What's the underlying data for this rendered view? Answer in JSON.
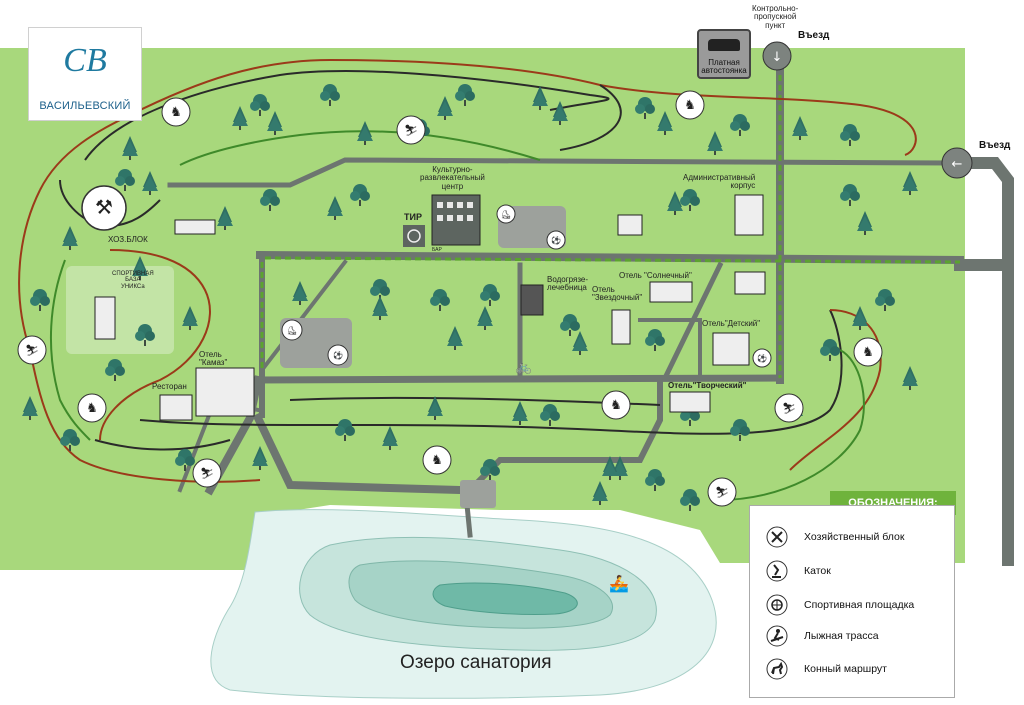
{
  "logo": {
    "name": "ВАСИЛЬЕВСКИЙ",
    "mark": "СВ"
  },
  "entries": {
    "top": "Въезд",
    "right": "Въезд",
    "checkpoint": "Контрольно-\nпропускной\nпункт"
  },
  "parking": {
    "label": "Платная\nавтостоянка"
  },
  "buildings": {
    "culture_center": "Культурно-\nразвлекательный\nцентр",
    "admin": "Административный\nкорпус",
    "hoz_block": "ХОЗ.БЛОК",
    "sport_base": "СПОРТИВНАЯ\nБАЗА\nУНИКСа",
    "shooting": "ТИР",
    "bar": "БАР",
    "mud_clinic": "Водогрязе-\nлечебница",
    "hotel_solnechny": "Отель \"Солнечный\"",
    "hotel_zvezdny": "Отель\n\"Звездочный\"",
    "hotel_detsky": "Отель\"Детский\"",
    "hotel_kamaz": "Отель\n\"Камаз\"",
    "restaurant": "Ресторан",
    "hotel_tvorchesky": "Отель\"Творческий\""
  },
  "lake": {
    "label": "Озеро  санатория"
  },
  "legend": {
    "title": "ОБОЗНАЧЕНИЯ:",
    "items": [
      {
        "icon": "tools-icon",
        "label": "Хозяйственный блок"
      },
      {
        "icon": "skating-icon",
        "label": "Каток"
      },
      {
        "icon": "sports-ground-icon",
        "label": "Спортивная площадка"
      },
      {
        "icon": "skier-icon",
        "label": "Лыжная трасса"
      },
      {
        "icon": "horse-icon",
        "label": "Конный маршрут"
      }
    ]
  },
  "colors": {
    "grass": "#a7d77a",
    "grass_dark": "#8cc560",
    "road": "#6d7570",
    "alley_green": "#5ba32f",
    "trail_brown": "#9b3a1a",
    "trail_green": "#3f8a2a",
    "trail_dark": "#2a2a2a",
    "lake_outer": "#dff1ee",
    "lake_mid": "#bfe0d8",
    "lake_inner": "#9fcfc3",
    "lake_core": "#6fb6a6",
    "accent": "#6fb33c"
  }
}
